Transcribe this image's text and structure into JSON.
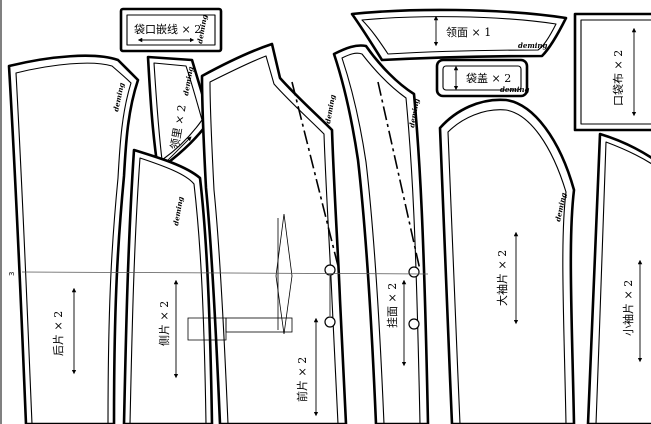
{
  "brand_mark": "deming",
  "line_number": "3",
  "pieces": {
    "back_piece": "后片 × 2",
    "side_piece": "侧片 × 2",
    "front_piece": "前片 × 2",
    "facing": "挂面 × 2",
    "top_sleeve": "大袖片 × 2",
    "under_sleeve": "小袖片 × 2",
    "collar_lining": "领里 × 2",
    "pocket_welt": "袋口嵌线 × 2",
    "collar_top": "领面 × 1",
    "pocket_flap": "袋盖 × 2",
    "pocket_cloth": "口袋布 × 2"
  }
}
